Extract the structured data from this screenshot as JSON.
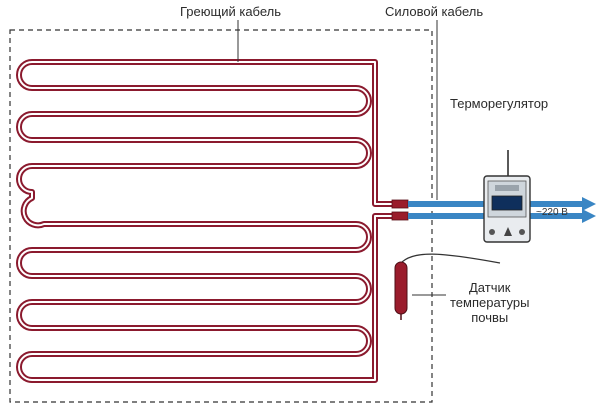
{
  "labels": {
    "heating_cable": "Греющий кабель",
    "power_cable": "Силовой кабель",
    "thermostat": "Терморегулятор",
    "sensor_line1": "Датчик",
    "sensor_line2": "температуры",
    "sensor_line3": "почвы",
    "voltage": "~220 В"
  },
  "colors": {
    "heating_cable": "#8b1a2e",
    "power_cable": "#3a86c4",
    "sensor": "#9a1c2c",
    "outline": "#333333",
    "thermostat_body": "#e9ecef",
    "display": "#0f2f5c"
  }
}
